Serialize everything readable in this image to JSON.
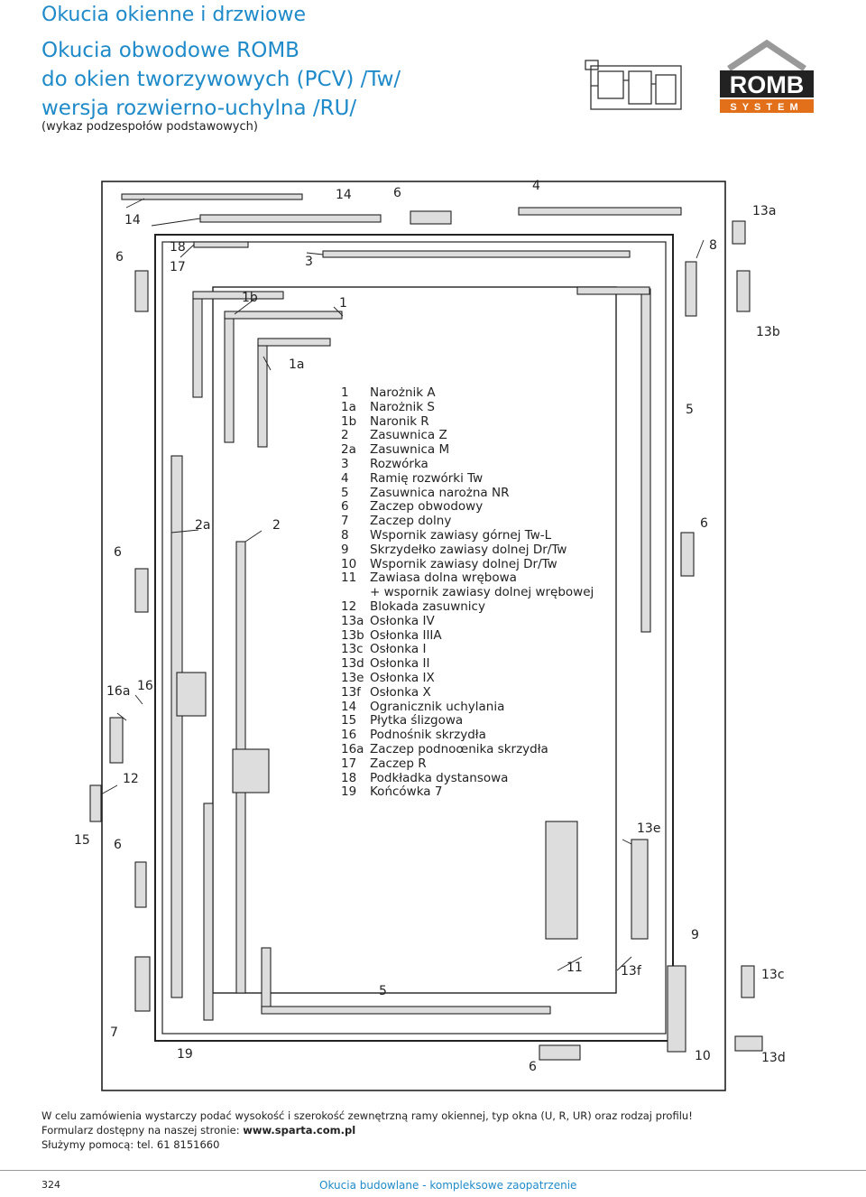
{
  "header": {
    "title1": "Okucia okienne i drzwiowe",
    "title2_line1": "Okucia obwodowe ROMB",
    "title2_line2": "do okien tworzywowych (PCV) /Tw/",
    "title2_line3": "wersja rozwierno-uchylna /RU/",
    "subtitle": "(wykaz podzespołów podstawowych)"
  },
  "logo": {
    "name": "ROMB",
    "sub": "SYSTEM",
    "color": "#222222",
    "accent": "#e2701a"
  },
  "callouts": [
    "14",
    "14",
    "6",
    "4",
    "13a",
    "6",
    "18",
    "17",
    "3",
    "8",
    "1b",
    "1",
    "13b",
    "1a",
    "5",
    "6",
    "2a",
    "2",
    "6",
    "16a",
    "16",
    "12",
    "13e",
    "15",
    "6",
    "9",
    "11",
    "13f",
    "13c",
    "5",
    "7",
    "19",
    "6",
    "10",
    "13d"
  ],
  "legend": [
    [
      "1",
      "Narożnik A"
    ],
    [
      "1a",
      "Narożnik S"
    ],
    [
      "1b",
      "Naronik R"
    ],
    [
      "2",
      "Zasuwnica Z"
    ],
    [
      "2a",
      "Zasuwnica M"
    ],
    [
      "3",
      "Rozwórka"
    ],
    [
      "4",
      "Ramię rozwórki Tw"
    ],
    [
      "5",
      "Zasuwnica narożna NR"
    ],
    [
      "6",
      "Zaczep obwodowy"
    ],
    [
      "7",
      "Zaczep dolny"
    ],
    [
      "8",
      "Wspornik zawiasy górnej Tw-L"
    ],
    [
      "9",
      "Skrzydełko zawiasy dolnej Dr/Tw"
    ],
    [
      "10",
      "Wspornik zawiasy dolnej Dr/Tw"
    ],
    [
      "11",
      "Zawiasa dolna wrębowa"
    ],
    [
      "",
      "+ wspornik zawiasy dolnej wrębowej"
    ],
    [
      "12",
      "Blokada zasuwnicy"
    ],
    [
      "13a",
      "Osłonka IV"
    ],
    [
      "13b",
      "Osłonka IIIA"
    ],
    [
      "13c",
      "Osłonka I"
    ],
    [
      "13d",
      "Osłonka II"
    ],
    [
      "13e",
      "Osłonka IX"
    ],
    [
      "13f",
      "Osłonka X"
    ],
    [
      "14",
      "Ogranicznik uchylania"
    ],
    [
      "15",
      "Płytka ślizgowa"
    ],
    [
      "16",
      "Podnośnik skrzydła"
    ],
    [
      "16a",
      "Zaczep podnoœnika skrzydła"
    ],
    [
      "17",
      "Zaczep R"
    ],
    [
      "18",
      "Podkładka dystansowa"
    ],
    [
      "19",
      "Końcówka 7"
    ]
  ],
  "footer": {
    "line1": "W celu zamówienia wystarczy podać wysokość i szerokość zewnętrzną ramy okiennej, typ okna (U, R, UR) oraz rodzaj profilu!",
    "line2_prefix": "Formularz dostępny na naszej stronie: ",
    "line2_link": "www.sparta.com.pl",
    "line3": "Służymy pomocą: tel. 61 8151660"
  },
  "page": {
    "number": "324",
    "footer_text": "Okucia budowlane - kompleksowe zaopatrzenie"
  },
  "colors": {
    "accent": "#1f8ac9"
  }
}
